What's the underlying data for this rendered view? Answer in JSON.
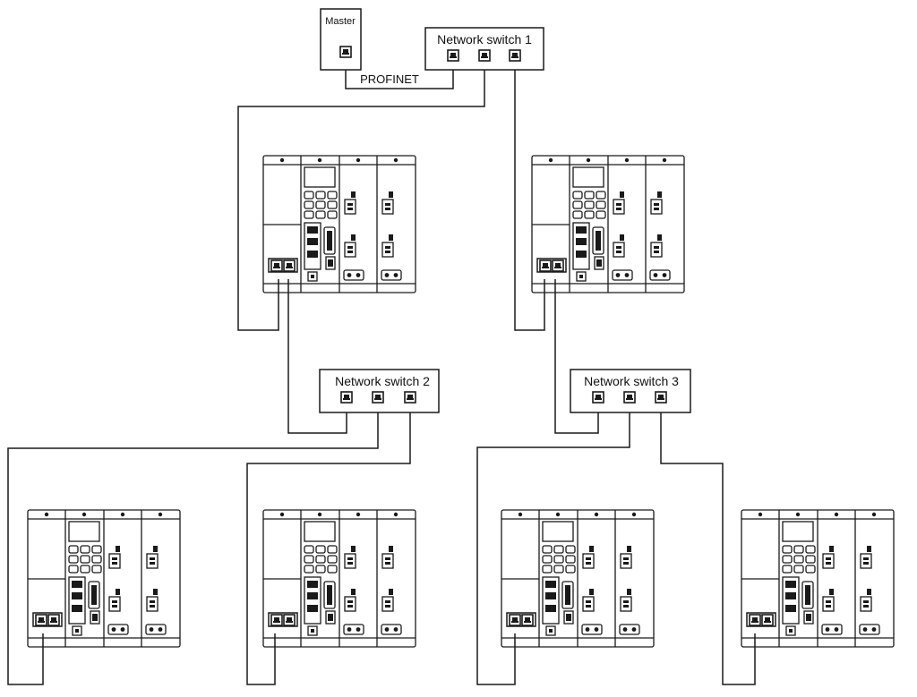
{
  "master": {
    "label": "Master"
  },
  "switches": [
    {
      "label": "Network switch 1"
    },
    {
      "label": "Network switch 2"
    },
    {
      "label": "Network switch 3"
    }
  ],
  "links": {
    "master_to_switch1": "PROFINET"
  },
  "colors": {
    "line": "#1a1a1a",
    "fill": "#ffffff"
  },
  "devices": [
    {
      "id": "drive-1",
      "type": "multi-axis-drive"
    },
    {
      "id": "drive-2",
      "type": "multi-axis-drive"
    },
    {
      "id": "drive-3",
      "type": "multi-axis-drive"
    },
    {
      "id": "drive-4",
      "type": "multi-axis-drive"
    },
    {
      "id": "drive-5",
      "type": "multi-axis-drive"
    },
    {
      "id": "drive-6",
      "type": "multi-axis-drive"
    }
  ]
}
